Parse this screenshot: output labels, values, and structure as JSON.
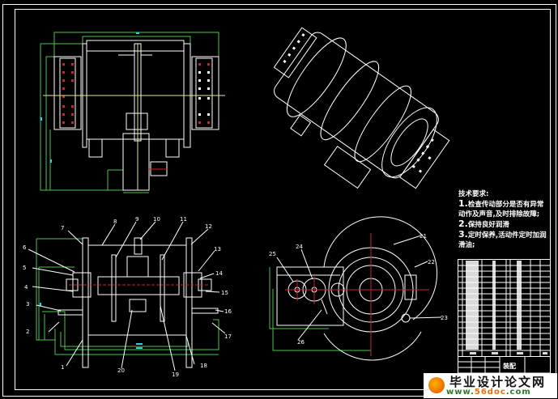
{
  "drawing": {
    "section_labels": [
      "1",
      "2",
      "3",
      "4",
      "5",
      "6",
      "7",
      "8",
      "9",
      "10",
      "11",
      "12",
      "13",
      "14",
      "15",
      "16",
      "17",
      "18",
      "19",
      "20"
    ],
    "side_labels": [
      "21",
      "22",
      "23",
      "24",
      "25",
      "26"
    ]
  },
  "tech_requirements": {
    "heading": "技术要求:",
    "items": [
      {
        "num": "1.",
        "text": "检查传动部分是否有异常动作及声音,及时排除故障;"
      },
      {
        "num": "2.",
        "text": "保持良好润滑"
      },
      {
        "num": "3.",
        "text": "定时保养,活动件定时加润滑油;"
      }
    ]
  },
  "title_block": {
    "title": "装配"
  },
  "watermark": {
    "cn": "毕业设计论文网",
    "url_prefix": "www.",
    "url_mid": "56doc",
    "url_suffix": ".com"
  },
  "colors": {
    "background": "#000000",
    "lines": "#ffffff",
    "frame_green": "#4ec24e",
    "center_line": "#c0282c",
    "axis_yellow": "#e8e890"
  }
}
